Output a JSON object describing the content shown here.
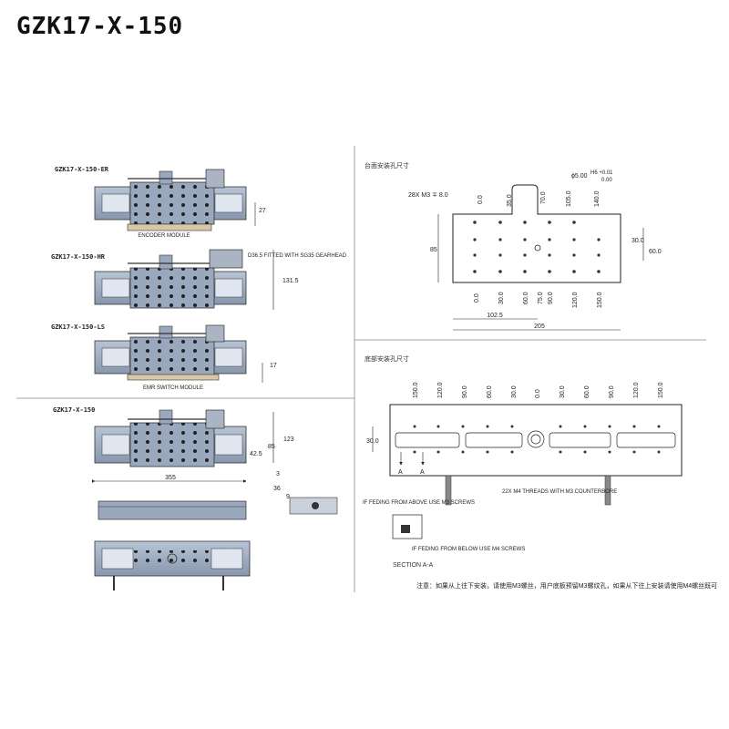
{
  "title": "GZK17-X-150",
  "models": {
    "er": "GZK17-X-150-ER",
    "hr": "GZK17-X-150-HR",
    "ls": "GZK17-X-150-LS",
    "base": "GZK17-X-150"
  },
  "labels": {
    "encoder_module": "ENCODER MODULE",
    "gearhead": "D36.5 FITTED WITH SG35 GEARHEAD",
    "emr_switch": "EMR SWITCH MODULE",
    "threads": "22X M4 THREADS WITH M3 COUNTERBORE",
    "feed_above": "IF FEDING FROM ABOVE USE M3 SCREWS",
    "feed_below": "IF FEDING FROM BELOW USE M4 SCREWS",
    "section": "SECTION A-A",
    "section_mark": "A"
  },
  "dims": {
    "d27": "27",
    "d131": "131.5",
    "d17": "17",
    "d123": "123",
    "d85a": "85",
    "d42": "42.5",
    "d3": "3",
    "d355": "355",
    "d36": "36",
    "d9": "9"
  },
  "top_panel": {
    "heading": "台面安装孔尺寸",
    "callout_holes": "28X M3 ∓ 8.0",
    "callout_dia": "ϕ5.00",
    "callout_tol": "H6 +0.01",
    "callout_tol2": "0.00",
    "top_ticks": [
      "0.0",
      "35.0",
      "70.0",
      "105.0",
      "140.0"
    ],
    "bottom_ticks": [
      "0.0",
      "30.0",
      "60.0",
      "75.0",
      "90.0",
      "120.0",
      "150.0"
    ],
    "h85": "85",
    "r30": "30.0",
    "r60": "60.0",
    "w102": "102.5",
    "w205": "205"
  },
  "bottom_panel": {
    "heading": "底部安装孔尺寸",
    "ticks": [
      "150.0",
      "120.0",
      "90.0",
      "60.0",
      "30.0",
      "0.0",
      "30.0",
      "60.0",
      "90.0",
      "120.0",
      "150.0"
    ],
    "r30": "30.0"
  },
  "note": "注意：如果从上往下安装，请使用M3螺丝，用户底板预留M3螺纹孔，如果从下往上安装请使用M4螺丝既可"
}
